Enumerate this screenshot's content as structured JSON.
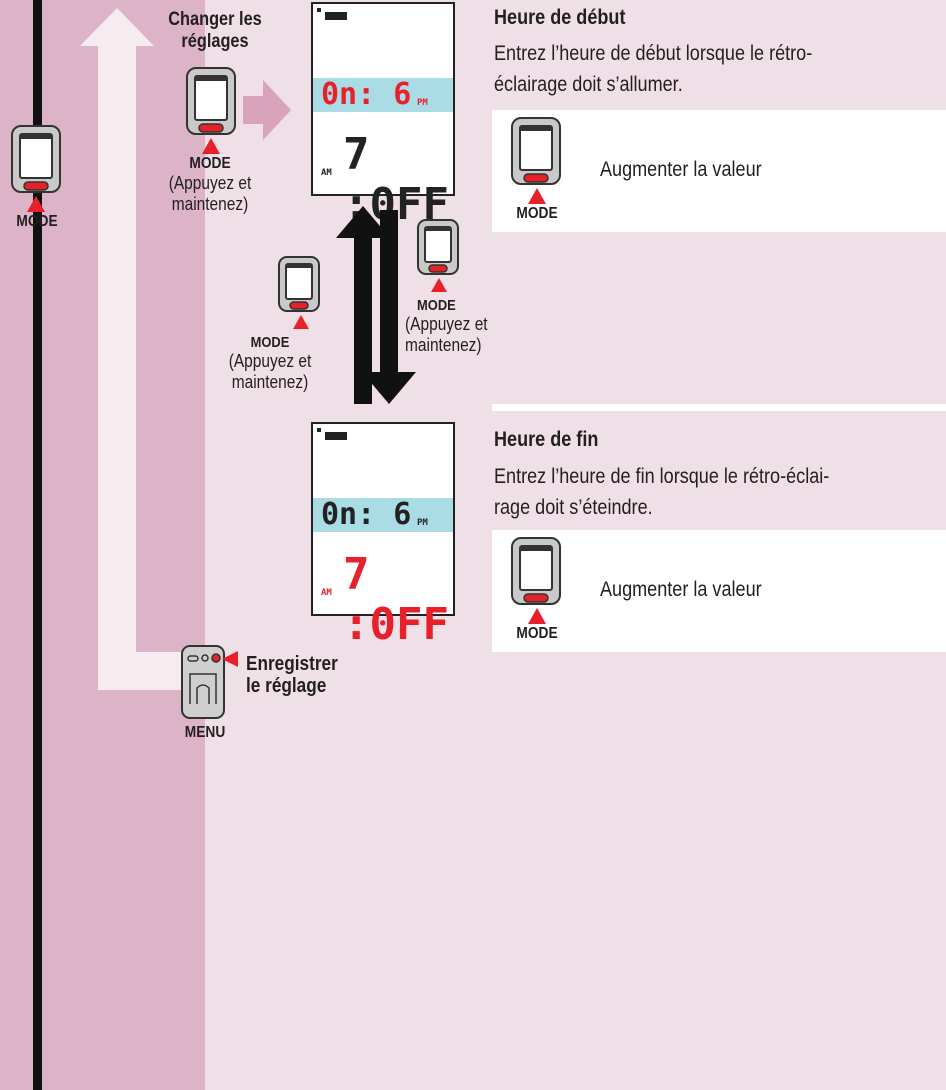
{
  "left_device": {
    "button_label": "MODE"
  },
  "change_settings": {
    "title_line1": "Changer les",
    "title_line2": "réglages",
    "button_label": "MODE",
    "hold_line1": "(Appuyez et",
    "hold_line2": "maintenez)"
  },
  "screen_start": {
    "top_value": "0n: 6",
    "top_suffix": "PM",
    "bottom_prefix": "AM",
    "bottom_value": "7 :0FF",
    "highlight": "top",
    "highlight_color": "#e8202a"
  },
  "screen_end": {
    "top_value": "0n: 6",
    "top_suffix": "PM",
    "bottom_prefix": "AM",
    "bottom_value": "7 :0FF",
    "highlight": "bottom",
    "highlight_color": "#e8202a"
  },
  "arrow_up_control": {
    "button_label": "MODE",
    "hold_line1": "(Appuyez et",
    "hold_line2": "maintenez)"
  },
  "arrow_down_control": {
    "button_label": "MODE",
    "hold_line1": "(Appuyez et",
    "hold_line2": "maintenez)"
  },
  "section_start": {
    "heading": "Heure de début",
    "line1": "Entrez l’heure de début lorsque le rétro-",
    "line2": "éclairage doit s’allumer.",
    "button_label": "MODE",
    "action": "Augmenter la valeur"
  },
  "section_end": {
    "heading": "Heure de fin",
    "line1": "Entrez l’heure de fin lorsque le rétro-éclai-",
    "line2": "rage doit s’éteindre.",
    "button_label": "MODE",
    "action": "Augmenter la valeur"
  },
  "save": {
    "line1": "Enregistrer",
    "line2": "le réglage",
    "button_label": "MENU"
  },
  "colors": {
    "accent_red": "#e8202a",
    "lcd_highlight": "#a9dce4",
    "left_band": "#ddb3c7",
    "background": "#efdfe6",
    "return_arrow": "#f5e9ee"
  }
}
